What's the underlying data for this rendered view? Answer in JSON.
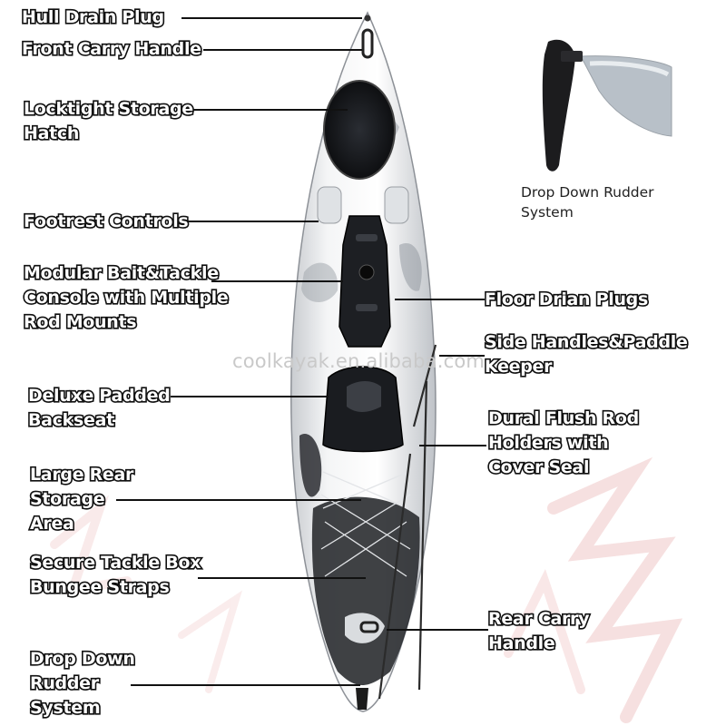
{
  "watermark": "coolkayak.en.alibaba.com",
  "inset_caption": [
    "Drop Down Rudder",
    "System"
  ],
  "labels": [
    {
      "id": "hull-drain-plug",
      "lines": [
        "Hull Drain Plug"
      ]
    },
    {
      "id": "front-carry-handle",
      "lines": [
        "Front Carry Handle"
      ]
    },
    {
      "id": "locktight-storage-hatch",
      "lines": [
        "Locktight Storage",
        "Hatch"
      ]
    },
    {
      "id": "footrest-controls",
      "lines": [
        "Footrest Controls"
      ]
    },
    {
      "id": "modular-bait-tackle-console",
      "lines": [
        "Modular Bait&Tackle",
        "Console with Multiple",
        "Rod Mounts"
      ]
    },
    {
      "id": "floor-drian-plugs",
      "lines": [
        "Floor Drian Plugs"
      ]
    },
    {
      "id": "side-handles-paddle-keeper",
      "lines": [
        "Side Handles&Paddle",
        "Keeper"
      ]
    },
    {
      "id": "deluxe-padded-backseat",
      "lines": [
        "Deluxe Padded",
        "Backseat"
      ]
    },
    {
      "id": "dural-flush-rod-holders",
      "lines": [
        "Dural Flush Rod",
        "Holders with",
        "Cover Seal"
      ]
    },
    {
      "id": "large-rear-storage-area",
      "lines": [
        "Large Rear",
        "Storage",
        "Area"
      ]
    },
    {
      "id": "secure-tackle-box-bungee-straps",
      "lines": [
        "Secure Tackle Box",
        "Bungee Straps"
      ]
    },
    {
      "id": "rear-carry-handle",
      "lines": [
        "Rear Carry",
        "Handle"
      ]
    },
    {
      "id": "drop-down-rudder-system",
      "lines": [
        "Drop Down",
        "Rudder",
        "System"
      ]
    }
  ]
}
